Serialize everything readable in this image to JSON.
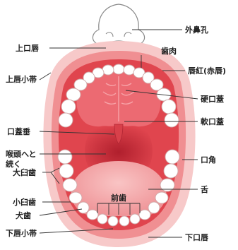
{
  "labels": {
    "nose_external": "外鼻孔",
    "upper_lip": "上口唇",
    "gums": "歯肉",
    "upper_lip_frenulum": "上唇小帯",
    "vermilion": "唇紅(赤唇)",
    "hard_palate": "硬口蓋",
    "uvula": "口蓋垂",
    "soft_palate": "軟口蓋",
    "pharynx_line1": "喉頭へと",
    "pharynx_line2": "続く",
    "mouth_corner": "口角",
    "large_molars": "大臼歯",
    "tongue": "舌",
    "front_teeth": "前歯",
    "small_molars": "小臼歯",
    "canine": "犬歯",
    "lower_lip_frenulum": "下唇小帯",
    "lower_lip": "下口唇"
  },
  "colors": {
    "lip_outer": "#f7c9c9",
    "lip_inner": "#f08f92",
    "mouth_red": "#e0454e",
    "palate": "#ec6a72",
    "throat": "#c9303d",
    "tongue": "#f3a7a9",
    "teeth": "#ffffff",
    "tooth_outline": "#d0a8a8"
  }
}
